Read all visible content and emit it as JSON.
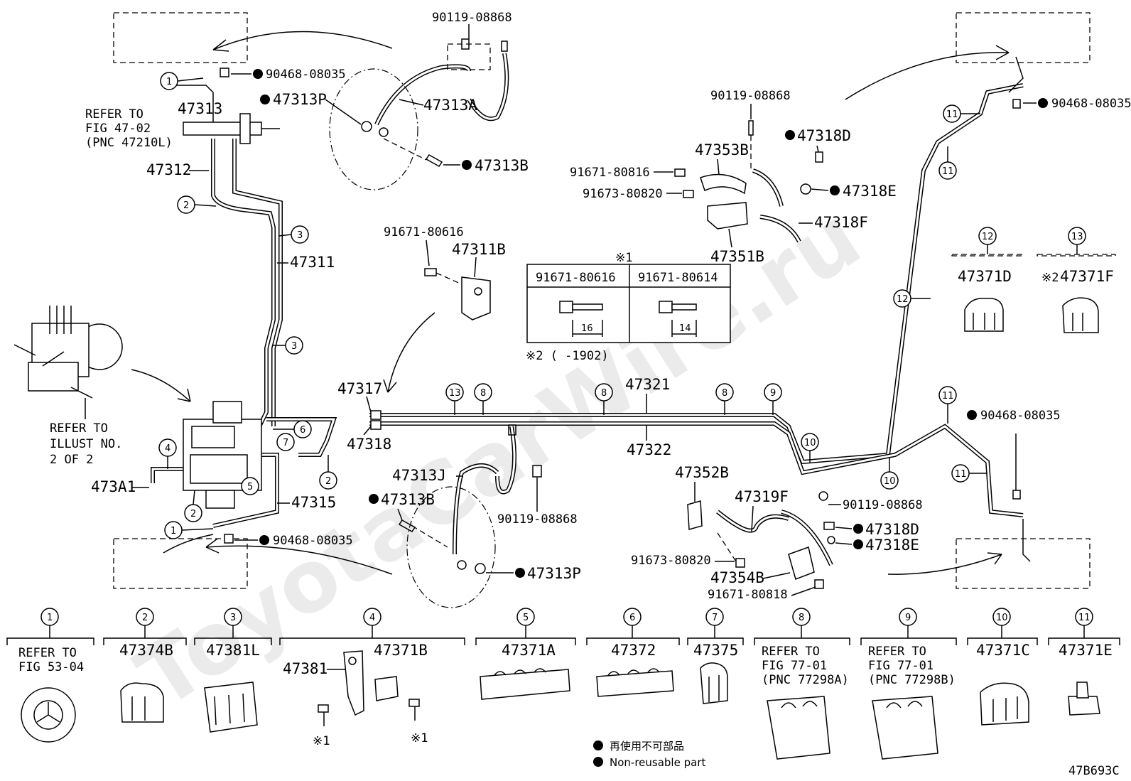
{
  "diagram_code": "47B693C",
  "watermark": "ToyotaCarWire.ru",
  "refer_notes": {
    "top_left": [
      "REFER TO",
      "FIG 47-02",
      "(PNC 47210L)"
    ],
    "left_illust": [
      "REFER TO",
      "ILLUST NO.",
      "2 OF 2"
    ]
  },
  "part_labels": {
    "p90119_08868_a": "90119-08868",
    "p90468_08035_a": "90468-08035",
    "p47313P_a": "47313P",
    "p47313A": "47313A",
    "p47313": "47313",
    "p47313B_a": "47313B",
    "p47312": "47312",
    "p47311": "47311",
    "p91671_80616": "91671-80616",
    "p47311B": "47311B",
    "p90119_08868_b": "90119-08868",
    "p47318D_a": "47318D",
    "p47353B": "47353B",
    "p91671_80816": "91671-80816",
    "p91673_80820_a": "91673-80820",
    "p47318E_a": "47318E",
    "p47318F": "47318F",
    "p47351B": "47351B",
    "p90468_08035_b": "90468-08035",
    "p47317": "47317",
    "p47318": "47318",
    "p47321": "47321",
    "p47322": "47322",
    "p473A1": "473A1",
    "p47315": "47315",
    "p47313J": "47313J",
    "p47313B_b": "47313B",
    "p90119_08868_c": "90119-08868",
    "p47313P_b": "47313P",
    "p90468_08035_c": "90468-08035",
    "p47352B": "47352B",
    "p47319F": "47319F",
    "p90119_08868_d": "90119-08868",
    "p47318D_b": "47318D",
    "p47318E_b": "47318E",
    "p91673_80820_b": "91673-80820",
    "p47354B": "47354B",
    "p91671_80818": "91671-80818",
    "p90468_08035_d": "90468-08035",
    "p47371D": "47371D",
    "p47371F": "47371F"
  },
  "bolt_table": {
    "note_mark": "※1",
    "col1_part": "91671-80616",
    "col2_part": "91671-80614",
    "col1_len": "16",
    "col2_len": "14",
    "footnote": "※2 (    -1902)"
  },
  "note_mark_2": "※2",
  "callouts": [
    "1",
    "2",
    "3",
    "4",
    "5",
    "6",
    "7",
    "8",
    "9",
    "10",
    "11",
    "12",
    "13"
  ],
  "bottom_parts": [
    {
      "num": "1",
      "label": "REFER TO\nFIG 53-04"
    },
    {
      "num": "2",
      "label": "47374B"
    },
    {
      "num": "3",
      "label": "47381L"
    },
    {
      "num": "4",
      "label": "47371B",
      "sub": "47381",
      "note": "※1"
    },
    {
      "num": "5",
      "label": "47371A"
    },
    {
      "num": "6",
      "label": "47372"
    },
    {
      "num": "7",
      "label": "47375"
    },
    {
      "num": "8",
      "label": "REFER TO\nFIG 77-01\n(PNC 77298A)"
    },
    {
      "num": "9",
      "label": "REFER TO\nFIG 77-01\n(PNC 77298B)"
    },
    {
      "num": "10",
      "label": "47371C"
    },
    {
      "num": "11",
      "label": "47371E"
    }
  ],
  "legend": {
    "line1": "再使用不可部品",
    "line2": "Non-reusable part"
  }
}
